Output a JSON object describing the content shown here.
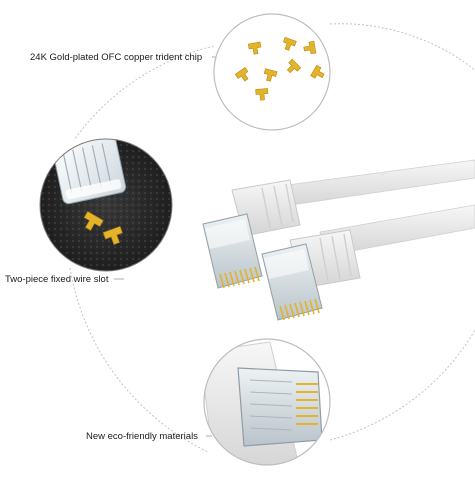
{
  "captions": {
    "chip": "24K Gold-plated OFC copper trident chip",
    "slot": "Two-piece fixed wire slot",
    "eco": "New eco-friendly materials"
  },
  "colors": {
    "gold": "#e3b32a",
    "cable": "#f4f4f4",
    "arc": "#b5b5b5",
    "foam": "#2c2c2c"
  }
}
